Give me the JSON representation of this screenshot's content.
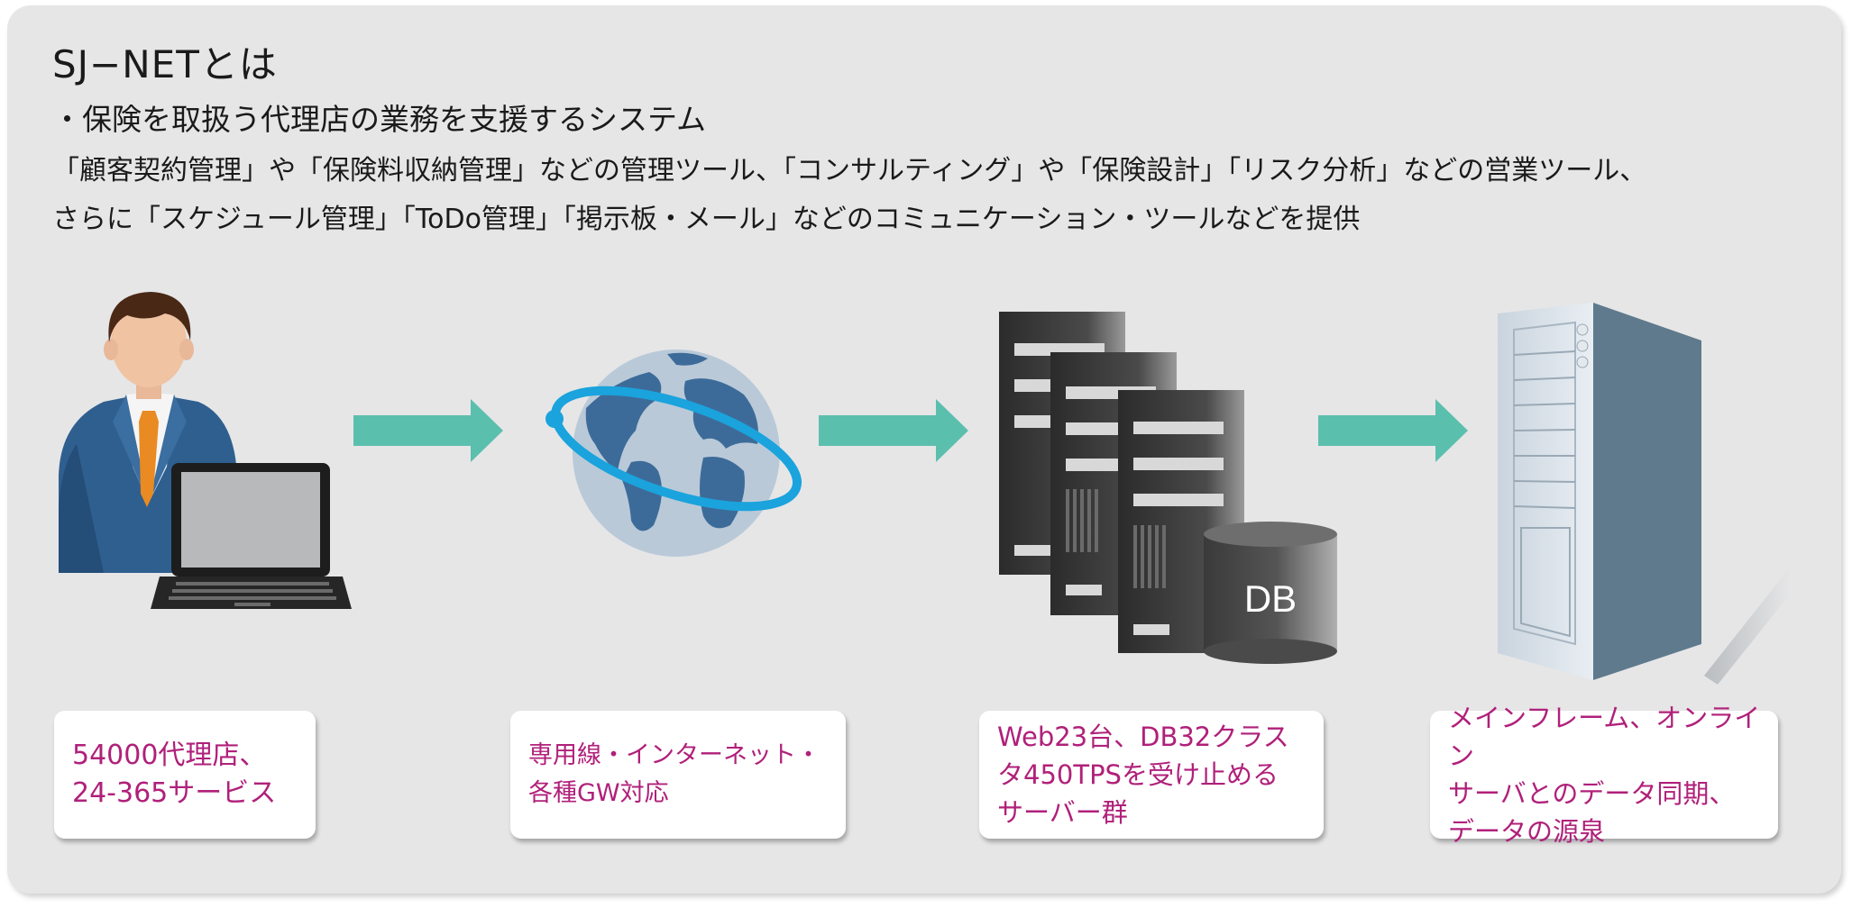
{
  "header": {
    "title": "SJ−NETとは",
    "subtitle": "・保険を取扱う代理店の業務を支援するシステム",
    "description_line1": "「顧客契約管理」や「保険料収納管理」などの管理ツール、「コンサルティング」や「保険設計」「リスク分析」などの営業ツール、",
    "description_line2": "さらに「スケジュール管理」「ToDo管理」「掲示板・メール」などのコミュニケーション・ツールなどを提供"
  },
  "nodes": [
    {
      "icon": "agent-with-laptop-icon",
      "caption": "54000代理店、\n24-365サービス"
    },
    {
      "icon": "globe-network-icon",
      "caption": "専用線・インターネット・\n各種GW対応"
    },
    {
      "icon": "web-servers-db-icon",
      "caption": "Web23台、DB32クラス\nタ450TPSを受け止める\nサーバー群",
      "db_label": "DB"
    },
    {
      "icon": "mainframe-server-icon",
      "caption": "メインフレーム、オンライン\nサーバとのデータ同期、\nデータの源泉"
    }
  ],
  "colors": {
    "panel_background": "#e6e6e7",
    "arrow": "#5bbfae",
    "caption_text": "#b0207a",
    "globe_ring": "#1aa3dc"
  }
}
